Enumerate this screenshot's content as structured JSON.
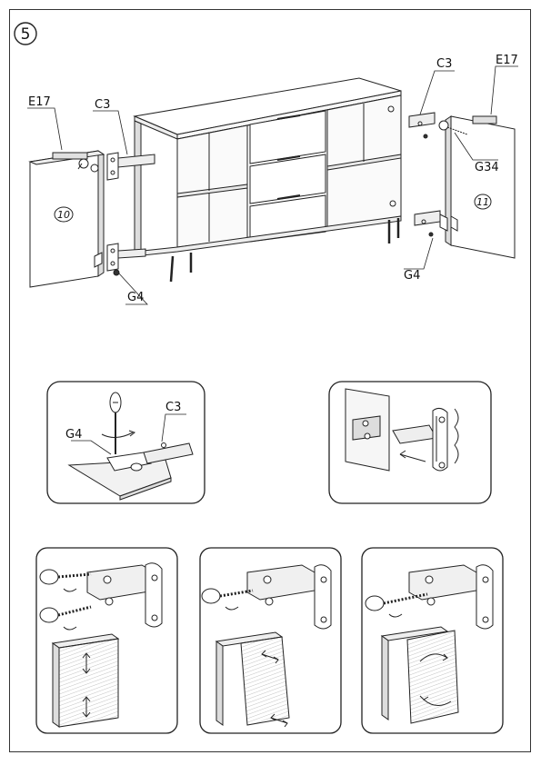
{
  "step": {
    "number": "5"
  },
  "labels": {
    "left_top_part": "E17",
    "left_hinge": "C3",
    "left_bottom_screw": "G4",
    "right_hinge": "C3",
    "right_top_part": "E17",
    "right_screw_set": "G34",
    "right_bottom_screw": "G4",
    "left_door": "10",
    "right_door": "11",
    "detail_screw": "G4",
    "detail_hinge": "C3"
  },
  "colors": {
    "line": "#222222",
    "shade": "#d9d9d9",
    "panel": "#f4f4f4"
  }
}
